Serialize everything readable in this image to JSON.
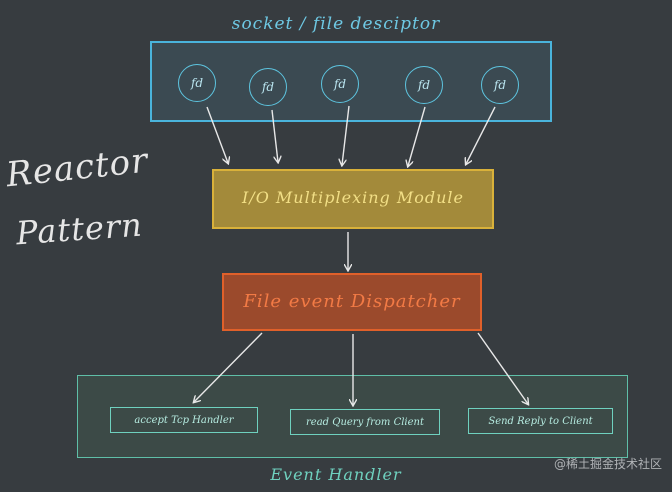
{
  "top_label": "socket / file desciptor",
  "fd_items": [
    "fd",
    "fd",
    "fd",
    "fd",
    "fd"
  ],
  "title_line1": "Reactor",
  "title_line2": "Pattern",
  "io_module_label": "I/O Multiplexing Module",
  "dispatcher_label": "File event Dispatcher",
  "handlers": [
    "accept Tcp Handler",
    "read Query from Client",
    "Send Reply to Client"
  ],
  "bottom_label": "Event Handler",
  "watermark": "@稀土掘金技术社区",
  "colors": {
    "background": "#373c40",
    "socket_box": "#4ab4dc",
    "io_box": "#d9b13a",
    "dispatcher_box": "#e0602a",
    "handler_box": "#6fd1bf",
    "arrow": "#e8e8e8"
  }
}
